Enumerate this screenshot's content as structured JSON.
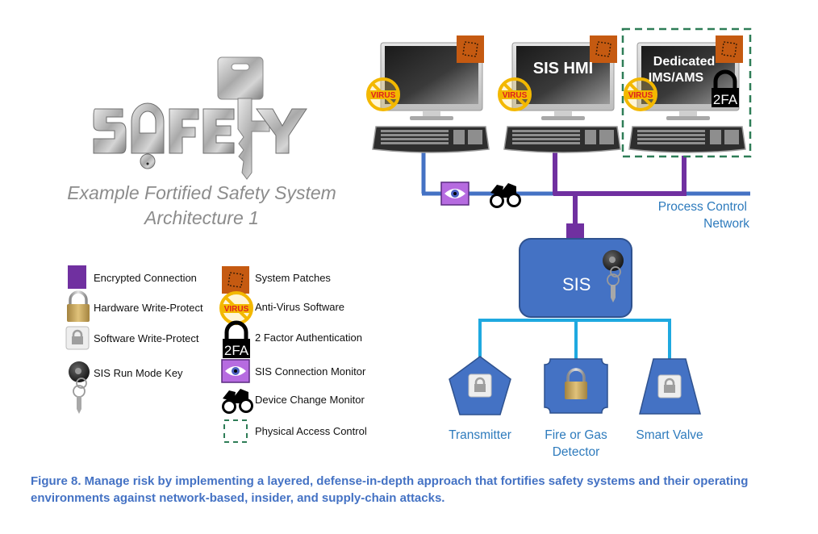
{
  "title": {
    "logo_text": "SAFETY",
    "subtitle_line1": "Example Fortified Safety System",
    "subtitle_line2": "Architecture 1"
  },
  "workstations": [
    {
      "id": "ews",
      "screen_label": "",
      "has_antivirus": true,
      "has_patches": true,
      "has_2fa": false,
      "connection": "unencrypted"
    },
    {
      "id": "sis-hmi",
      "screen_label": "SIS HMI",
      "has_antivirus": true,
      "has_patches": true,
      "has_2fa": false,
      "connection": "encrypted"
    },
    {
      "id": "ims-ams",
      "screen_label_line1": "Dedicated",
      "screen_label_line2": "IMS/AMS",
      "has_antivirus": true,
      "has_patches": true,
      "has_2fa": true,
      "physical_access_control": true,
      "connection": "encrypted"
    }
  ],
  "badges": {
    "virus": "VIRUS",
    "twofa": "2FA"
  },
  "network": {
    "label_line1": "Process Control",
    "label_line2": "Network"
  },
  "sis": {
    "label": "SIS"
  },
  "field_devices": [
    {
      "label_line1": "Transmitter",
      "label_line2": "",
      "protection": "software-write-protect",
      "shape": "pentagon"
    },
    {
      "label_line1": "Fire or Gas",
      "label_line2": "Detector",
      "protection": "hardware-write-protect",
      "shape": "notched-square"
    },
    {
      "label_line1": "Smart Valve",
      "label_line2": "",
      "protection": "software-write-protect",
      "shape": "trapezoid"
    }
  ],
  "legend": {
    "left": [
      {
        "icon": "encrypted-connection-icon",
        "label": "Encrypted Connection"
      },
      {
        "icon": "padlock-icon",
        "label": "Hardware Write-Protect"
      },
      {
        "icon": "software-lock-icon",
        "label": "Software Write-Protect"
      },
      {
        "icon": "run-mode-key-icon",
        "label": "SIS Run Mode Key"
      }
    ],
    "right": [
      {
        "icon": "patch-icon",
        "label": "System Patches"
      },
      {
        "icon": "antivirus-icon",
        "label": "Anti-Virus Software"
      },
      {
        "icon": "2fa-icon",
        "label": "2 Factor Authentication"
      },
      {
        "icon": "eye-icon",
        "label": "SIS Connection Monitor"
      },
      {
        "icon": "binoculars-icon",
        "label": "Device Change Monitor"
      },
      {
        "icon": "dashed-box-icon",
        "label": "Physical Access Control"
      }
    ]
  },
  "colors": {
    "encrypted": "#7030a0",
    "network_blue": "#4472c4",
    "field_cyan": "#1fa9e0",
    "device_blue": "#4472c4",
    "caption_blue": "#4472c4",
    "label_blue": "#2e7bbd",
    "patch_orange": "#c55a11",
    "access_green": "#2e7d57",
    "monitor_purple": "#b66be0"
  },
  "caption": {
    "line1": "Figure 8. Manage risk by implementing a layered, defense-in-depth approach that fortifies safety systems and their operating",
    "line2": "environments against network-based, insider, and supply-chain attacks."
  }
}
